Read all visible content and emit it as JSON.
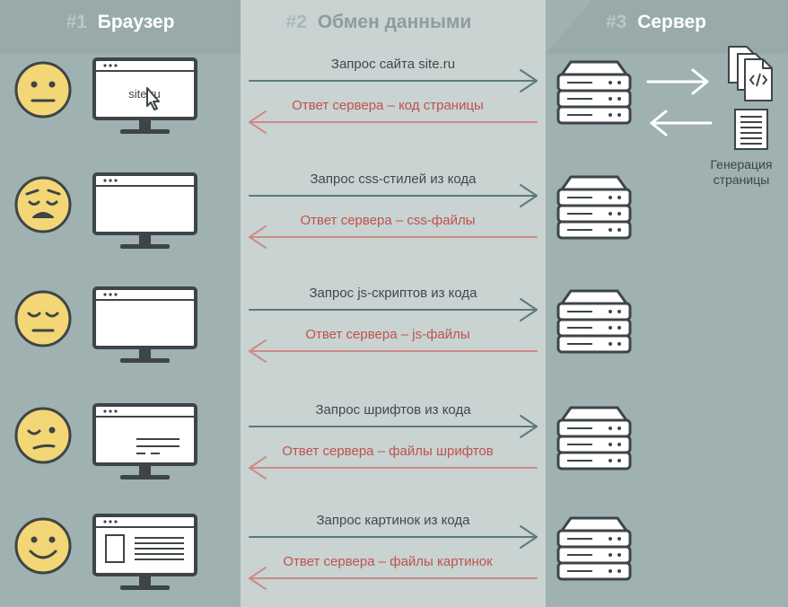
{
  "headers": [
    {
      "num": "#1",
      "title": "Браузер"
    },
    {
      "num": "#2",
      "title": "Обмен данными"
    },
    {
      "num": "#3",
      "title": "Сервер"
    }
  ],
  "steps": [
    {
      "mood": "neutral",
      "screen": "site",
      "request": "Запрос сайта site.ru",
      "response": "Ответ сервера – код страницы"
    },
    {
      "mood": "sad",
      "screen": "blank",
      "request": "Запрос css-стилей из кода",
      "response": "Ответ сервера – css-файлы"
    },
    {
      "mood": "sleepy",
      "screen": "blank",
      "request": "Запрос js-скриптов из кода",
      "response": "Ответ сервера – js-файлы"
    },
    {
      "mood": "wink",
      "screen": "text",
      "request": "Запрос шрифтов из кода",
      "response": "Ответ сервера – файлы шрифтов"
    },
    {
      "mood": "happy",
      "screen": "full",
      "request": "Запрос картинок из кода",
      "response": "Ответ сервера – файлы картинок"
    }
  ],
  "screen_url": "site.ru",
  "generation": {
    "line1": "Генерация",
    "line2": "страницы"
  },
  "colors": {
    "left_bg": "#9fb1b0",
    "middle_bg": "#c8d3d2",
    "right_bg": "#9fb1b0",
    "request_arrow": "#5b7b75",
    "response_arrow": "#d08a86",
    "request_text": "#3f4a4a",
    "response_text": "#c0524d",
    "face": "#f3d675",
    "outline": "#3e4447",
    "header_num": "#b9c7c6",
    "header_title": "#ffffff",
    "middle_header": "#8f9c9b"
  }
}
